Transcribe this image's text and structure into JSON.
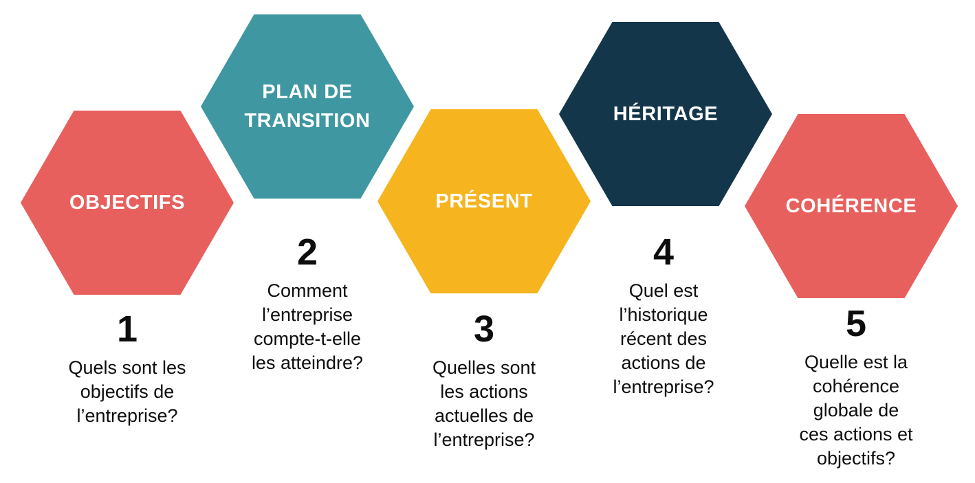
{
  "canvas": {
    "background": "#FFFFFF"
  },
  "colors": {
    "coral": "#E7605D",
    "teal": "#3E97A1",
    "yellow": "#F6B41E",
    "navy": "#14364B",
    "text": "#0D0D0D",
    "hex_label": "#FFFFFF"
  },
  "items": [
    {
      "label": "OBJECTIFS",
      "number": "1",
      "question": "Quels sont les\nobjectifs de\nl’entreprise?",
      "color": "#E7605D"
    },
    {
      "label": "PLAN DE\nTRANSITION",
      "number": "2",
      "question": "Comment\nl’entreprise\ncompte-t-elle\nles atteindre?",
      "color": "#3E97A1"
    },
    {
      "label": "PRÉSENT",
      "number": "3",
      "question": "Quelles sont\nles actions\nactuelles de\nl’entreprise?",
      "color": "#F6B41E"
    },
    {
      "label": "HÉRITAGE",
      "number": "4",
      "question": "Quel est\nl’historique\nrécent des\nactions de\nl’entreprise?",
      "color": "#14364B"
    },
    {
      "label": "COHÉRENCE",
      "number": "5",
      "question": "Quelle est la\ncohérence\nglobale de\nces actions et\nobjectifs?",
      "color": "#E7605D"
    }
  ]
}
